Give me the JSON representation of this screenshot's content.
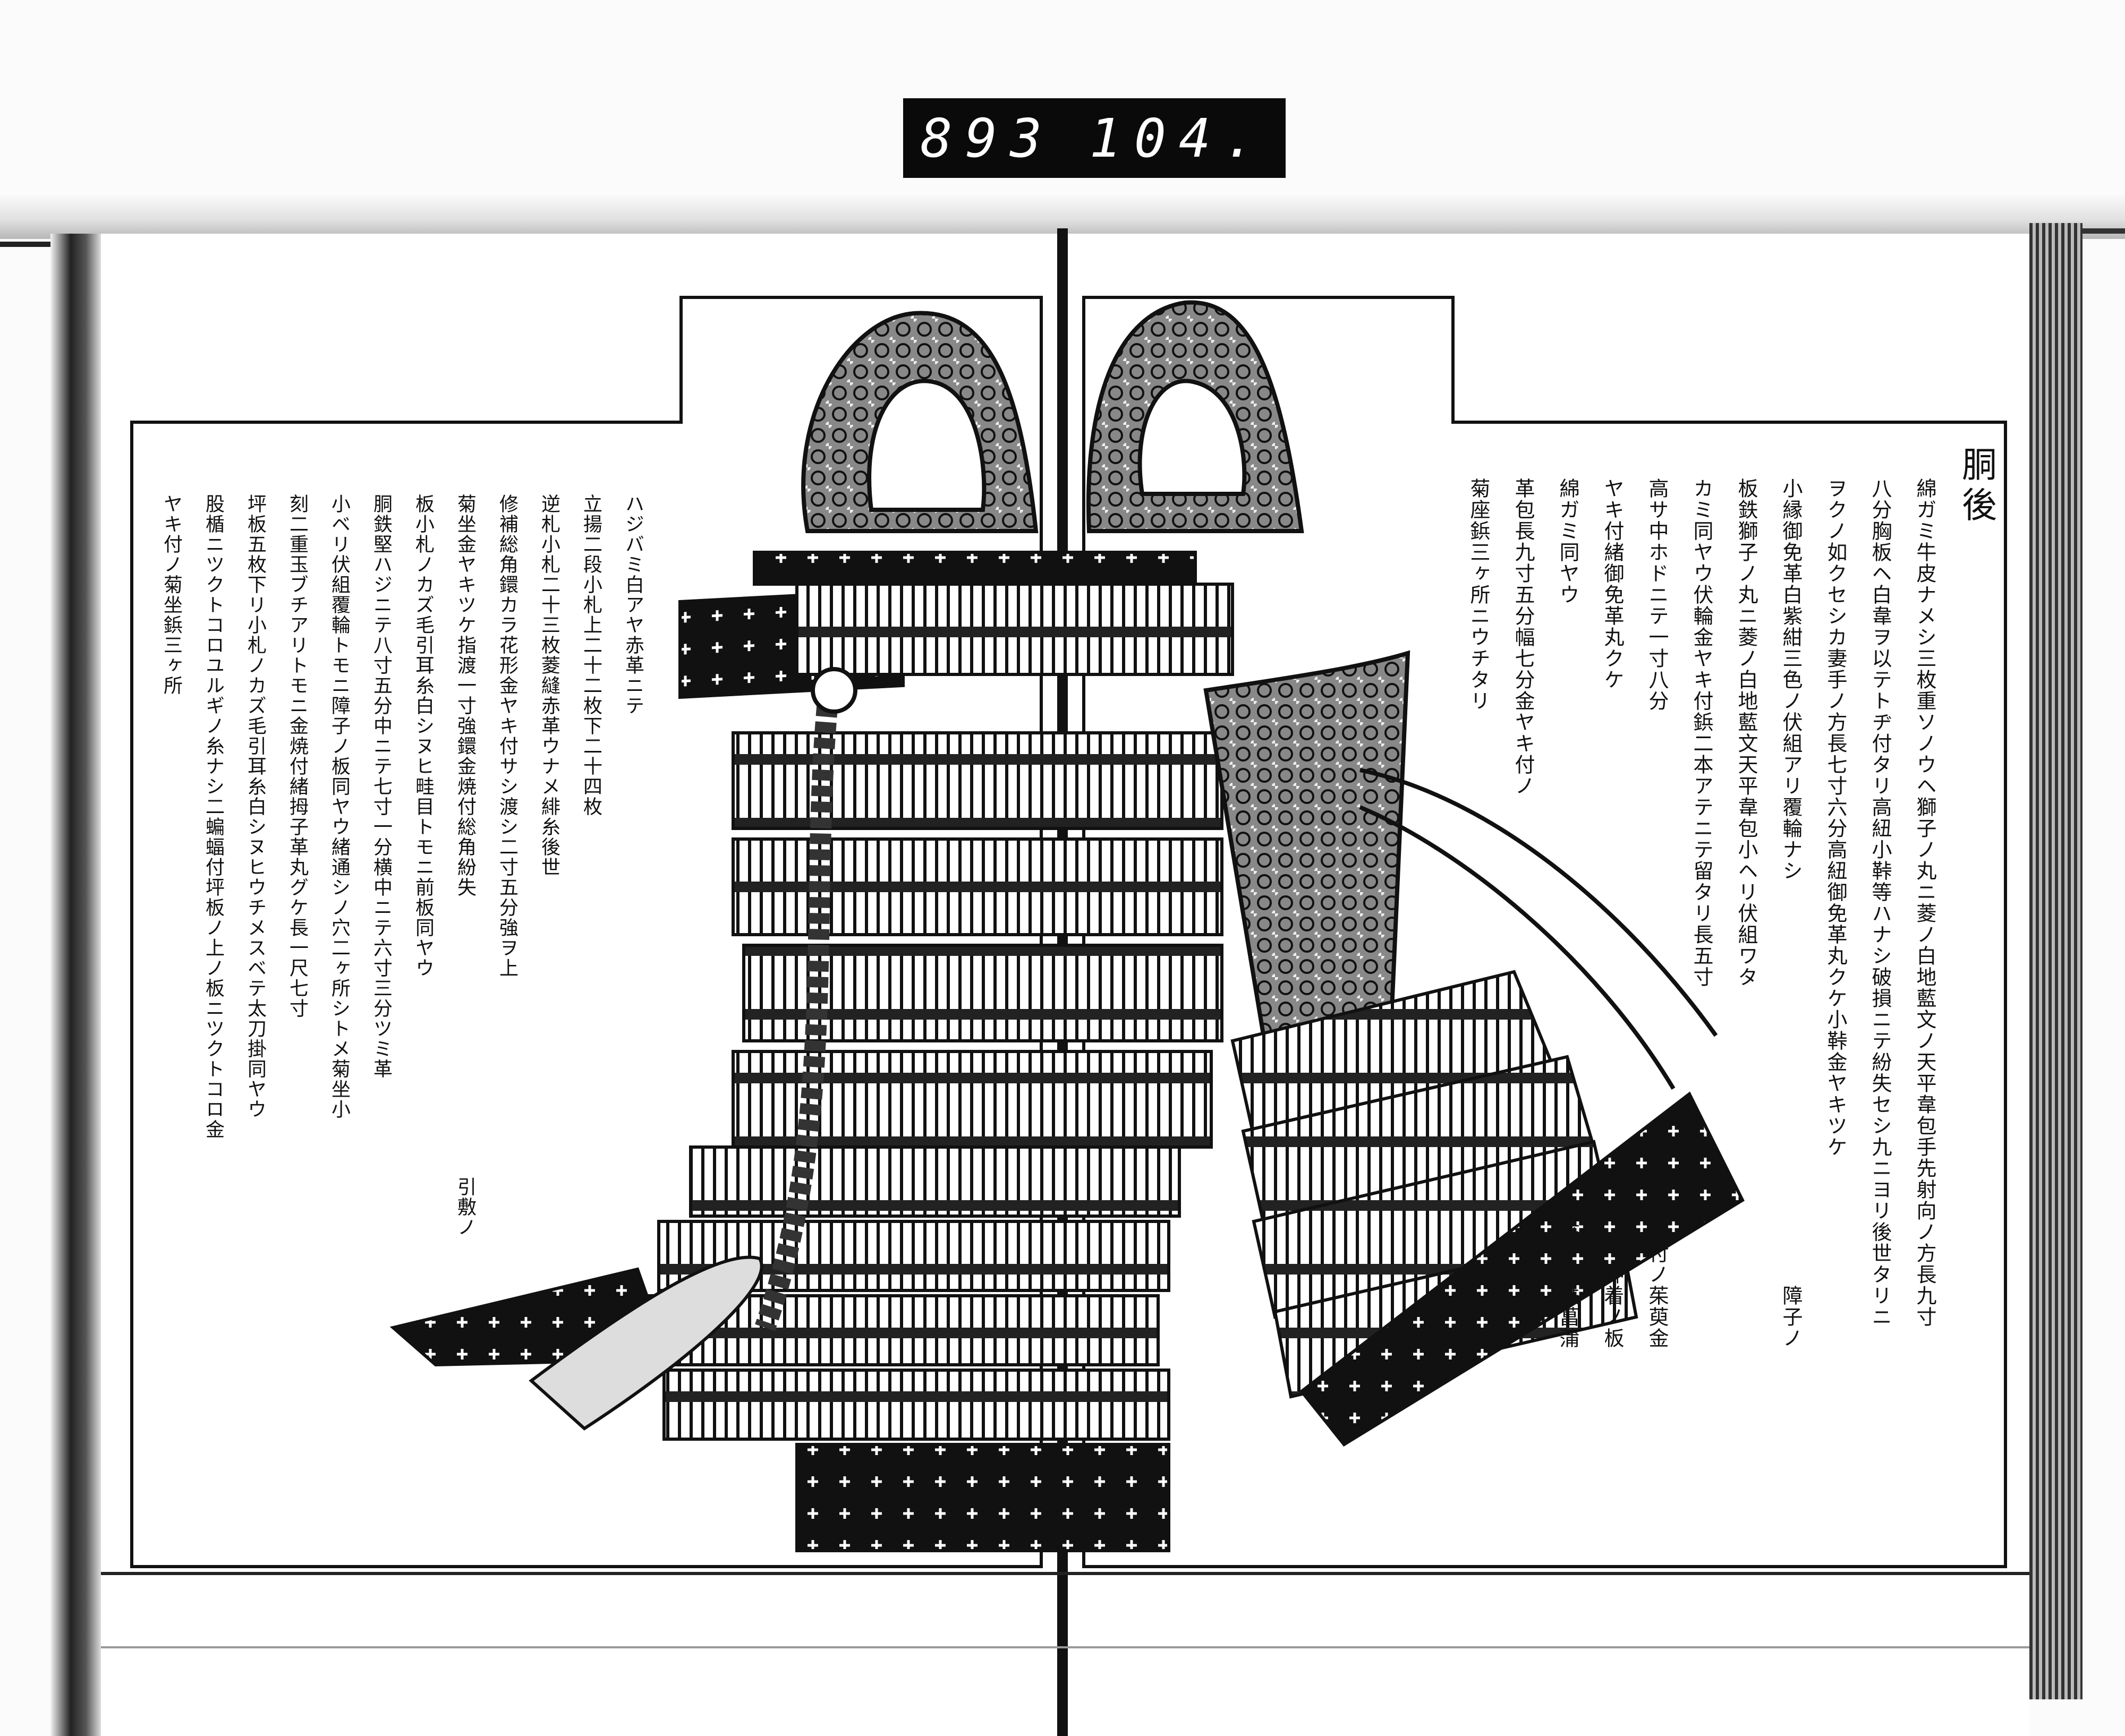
{
  "label": {
    "left_number": "893",
    "right_number": "104."
  },
  "right_page": {
    "title": "胴後",
    "columns": [
      {
        "main": "綿ガミ牛皮ナメシ三枚重ソノウヘ獅子ノ丸ニ菱ノ白地藍文ノ天平韋包手先射向ノ方長九寸",
        "tail": ""
      },
      {
        "main": "八分胸板ヘ白韋ヲ以テトヂ付タリ高紐小鞐等ハナシ破損ニテ紛失セシ九ニヨリ後世タリニ",
        "tail": ""
      },
      {
        "main": "ヲクノ如クセシカ妻手ノ方長七寸六分高紐御免革丸クケ小鞐金ヤキツケ",
        "tail": ""
      },
      {
        "main": "小縁御免革白紫紺三色ノ伏組アリ覆輪ナシ",
        "tail": "障子ノ"
      },
      {
        "main": "板鉄獅子ノ丸ニ菱ノ白地藍文天平韋包小ヘリ伏組ワタ",
        "tail": ""
      },
      {
        "main": "カミ同ヤウ伏輪金ヤキ付鋲二本アテニテ留タリ長五寸",
        "tail": ""
      },
      {
        "main": "高サ中ホドニテ一寸八分",
        "tail": "袖付ノ茱萸金"
      },
      {
        "main": "ヤキ付緒御免革丸クケ",
        "tail": "押着ノ板"
      },
      {
        "main": "綿ガミ同ヤウ",
        "tail": "假粧ノ板鉄菖蒲"
      },
      {
        "main": "革包長九寸五分幅七分金ヤキ付ノ",
        "tail": ""
      },
      {
        "main": "菊座鋲三ヶ所ニウチタリ",
        "tail": ""
      }
    ]
  },
  "left_page": {
    "columns": [
      {
        "main": "ハジバミ白アヤ赤革ニテ",
        "tail": ""
      },
      {
        "main": "立揚二段小札上二十二枚下二十四枚",
        "tail": ""
      },
      {
        "main": "逆札小札二十三枚菱縫赤革ウナメ緋糸後世",
        "tail": ""
      },
      {
        "main": "修補総角鐶カラ花形金ヤキ付サシ渡シ二寸五分強ヲ上",
        "tail": ""
      },
      {
        "main": "菊坐金ヤキツケ指渡一寸強鐶金焼付総角紛失",
        "tail": "引敷ノ"
      },
      {
        "main": "板小札ノカズ毛引耳糸白シヌヒ畦目トモニ前板同ヤウ",
        "tail": ""
      },
      {
        "main": "胴鉄堅ハジニテ八寸五分中ニテ七寸一分横中ニテ六寸三分ツミ革",
        "tail": ""
      },
      {
        "main": "小ベリ伏組覆輪トモニ障子ノ板同ヤウ緒通シノ穴二ヶ所シトメ菊坐小",
        "tail": ""
      },
      {
        "main": "刻二重玉ブチアリトモニ金焼付緒拇子革丸グケ長一尺七寸",
        "tail": ""
      },
      {
        "main": "坪板五枚下リ小札ノカズ毛引耳糸白シヌヒウチメスベテ太刀掛同ヤウ",
        "tail": ""
      },
      {
        "main": "股楯ニツクトコロユルギノ糸ナシ二蝙蝠付坪板ノ上ノ板ニツクトコロ金",
        "tail": ""
      },
      {
        "main": "ヤキ付ノ菊坐鋲三ヶ所",
        "tail": ""
      }
    ]
  }
}
